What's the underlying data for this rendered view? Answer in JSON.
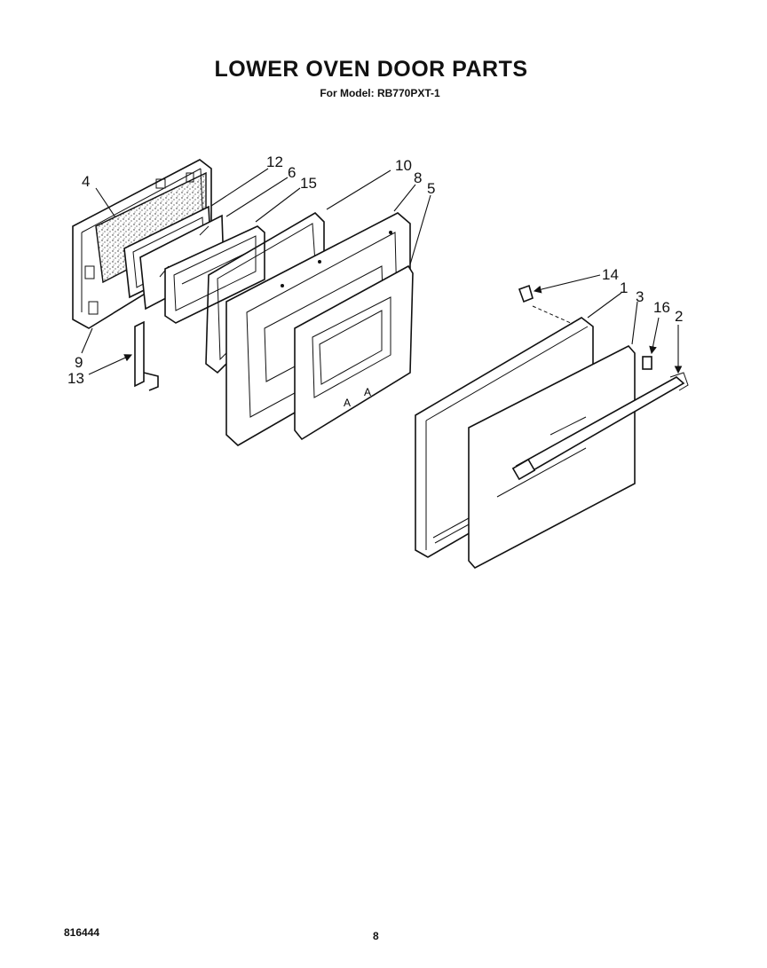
{
  "title": "LOWER OVEN DOOR PARTS",
  "subtitle": "For Model: RB770PXT-1",
  "footer": {
    "doc_id": "816444",
    "page": "8"
  },
  "callouts": {
    "c1": "1",
    "c2": "2",
    "c3": "3",
    "c4": "4",
    "c5": "5",
    "c6": "6",
    "c8": "8",
    "c9": "9",
    "c10": "10",
    "c12": "12",
    "c13": "13",
    "c14": "14",
    "c15": "15",
    "c16": "16"
  }
}
